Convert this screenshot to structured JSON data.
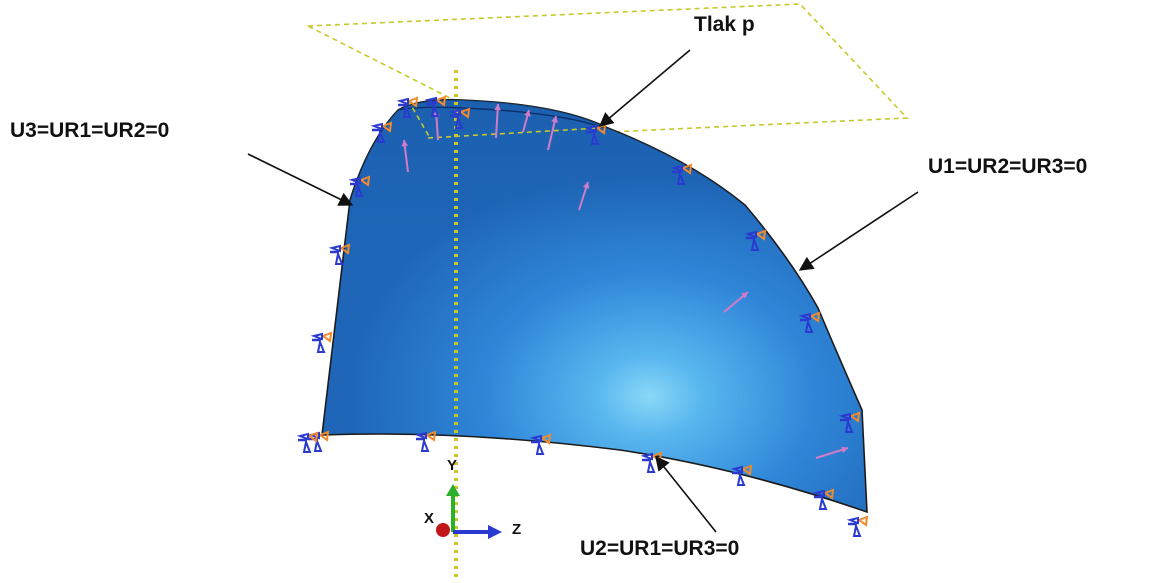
{
  "labels": {
    "pressure": "Tlak p",
    "left_edge": "U3=UR1=UR2=0",
    "right_edge": "U1=UR2=UR3=0",
    "bottom_edge": "U2=UR1=UR3=0"
  },
  "triad": {
    "x": "X",
    "y": "Y",
    "z": "Z"
  },
  "colors": {
    "shell": "#2f7fd4",
    "shell_highlight": "#7fd0f5",
    "shell_edge": "#1b1b1b",
    "symmetry_axis": "#c8c82a",
    "load_plane": "#c8c82a",
    "bc_symbol": "#2a3ad0",
    "bc_triangle": "#f08a2a",
    "pressure_arrow": "#d27cc8",
    "axis_y": "#2ab02a",
    "axis_z": "#2a3ad0",
    "axis_x": "#c0181a"
  },
  "icons": [
    "boundary-condition-icon",
    "pressure-arrow-icon",
    "coordinate-triad-icon"
  ]
}
